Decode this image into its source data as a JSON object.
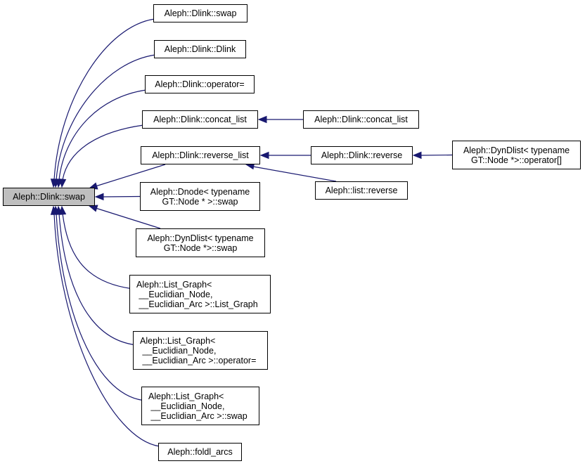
{
  "diagram": {
    "type": "call-graph",
    "root": {
      "id": "root",
      "label": "Aleph::Dlink::swap"
    },
    "nodes": [
      {
        "id": "n_swap",
        "label": "Aleph::Dlink::swap"
      },
      {
        "id": "n_dlink",
        "label": "Aleph::Dlink::Dlink"
      },
      {
        "id": "n_opeq",
        "label": "Aleph::Dlink::operator="
      },
      {
        "id": "n_concat",
        "label": "Aleph::Dlink::concat_list"
      },
      {
        "id": "n_revlist",
        "label": "Aleph::Dlink::reverse_list"
      },
      {
        "id": "n_dnode",
        "label": "Aleph::Dnode< typename\nGT::Node * >::swap"
      },
      {
        "id": "n_dyndlist",
        "label": "Aleph::DynDlist< typename\nGT::Node *>::swap"
      },
      {
        "id": "n_lg_ctor",
        "label": "Aleph::List_Graph<\n __Euclidian_Node,\n __Euclidian_Arc >::List_Graph"
      },
      {
        "id": "n_lg_opeq",
        "label": "Aleph::List_Graph<\n __Euclidian_Node,\n __Euclidian_Arc >::operator="
      },
      {
        "id": "n_lg_swap",
        "label": "Aleph::List_Graph<\n __Euclidian_Node,\n __Euclidian_Arc >::swap"
      },
      {
        "id": "n_foldl",
        "label": "Aleph::foldl_arcs"
      },
      {
        "id": "n_concat2",
        "label": "Aleph::Dlink::concat_list"
      },
      {
        "id": "n_reverse",
        "label": "Aleph::Dlink::reverse"
      },
      {
        "id": "n_listrev",
        "label": "Aleph::list::reverse"
      },
      {
        "id": "n_dynop",
        "label": "Aleph::DynDlist< typename\nGT::Node *>::operator[]"
      }
    ],
    "edges": [
      {
        "from": "n_swap",
        "to": "root"
      },
      {
        "from": "n_dlink",
        "to": "root"
      },
      {
        "from": "n_opeq",
        "to": "root"
      },
      {
        "from": "n_concat",
        "to": "root"
      },
      {
        "from": "n_revlist",
        "to": "root"
      },
      {
        "from": "n_dnode",
        "to": "root"
      },
      {
        "from": "n_dyndlist",
        "to": "root"
      },
      {
        "from": "n_lg_ctor",
        "to": "root"
      },
      {
        "from": "n_lg_opeq",
        "to": "root"
      },
      {
        "from": "n_lg_swap",
        "to": "root"
      },
      {
        "from": "n_foldl",
        "to": "root"
      },
      {
        "from": "n_concat2",
        "to": "n_concat"
      },
      {
        "from": "n_reverse",
        "to": "n_revlist"
      },
      {
        "from": "n_listrev",
        "to": "n_revlist"
      },
      {
        "from": "n_dynop",
        "to": "n_reverse"
      }
    ],
    "colors": {
      "edge": "#191970",
      "root_fill": "#bfbfbf",
      "node_fill": "#ffffff",
      "border": "#000000"
    }
  }
}
